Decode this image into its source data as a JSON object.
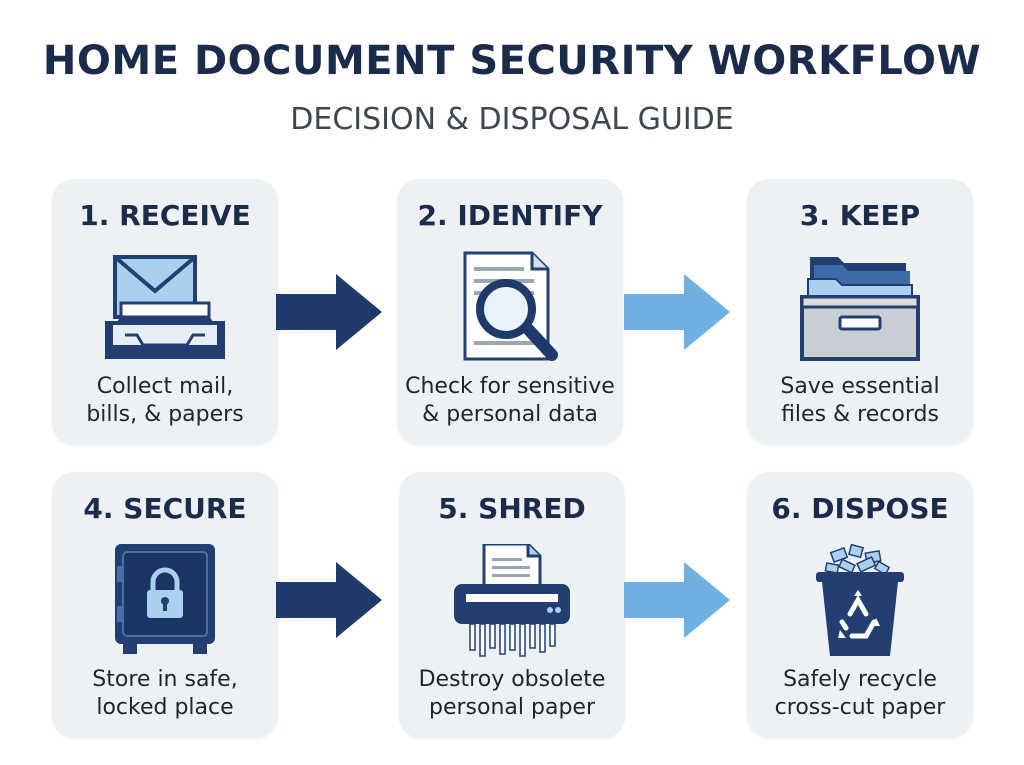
{
  "header": {
    "title": "HOME DOCUMENT SECURITY WORKFLOW",
    "subtitle": "DECISION & DISPOSAL GUIDE"
  },
  "colors": {
    "navy": "#1e3a6a",
    "light_blue": "#6fb0e2",
    "card_bg": "#eef1f4"
  },
  "steps": [
    {
      "title": "1. RECEIVE",
      "desc_line1": "Collect mail,",
      "desc_line2": "bills, & papers",
      "icon": "inbox-tray-icon"
    },
    {
      "title": "2. IDENTIFY",
      "desc_line1": "Check for sensitive",
      "desc_line2": "& personal data",
      "icon": "magnifier-document-icon"
    },
    {
      "title": "3. KEEP",
      "desc_line1": "Save essential",
      "desc_line2": "files & records",
      "icon": "file-drawer-icon"
    },
    {
      "title": "4. SECURE",
      "desc_line1": "Store in safe,",
      "desc_line2": "locked place",
      "icon": "safe-lock-icon"
    },
    {
      "title": "5. SHRED",
      "desc_line1": "Destroy obsolete",
      "desc_line2": "personal paper",
      "icon": "shredder-icon"
    },
    {
      "title": "6. DISPOSE",
      "desc_line1": "Safely recycle",
      "desc_line2": "cross-cut paper",
      "icon": "recycle-bin-icon"
    }
  ],
  "arrows": [
    {
      "from": 1,
      "to": 2,
      "color": "navy"
    },
    {
      "from": 2,
      "to": 3,
      "color": "light_blue"
    },
    {
      "from": 4,
      "to": 5,
      "color": "navy"
    },
    {
      "from": 5,
      "to": 6,
      "color": "light_blue"
    }
  ]
}
